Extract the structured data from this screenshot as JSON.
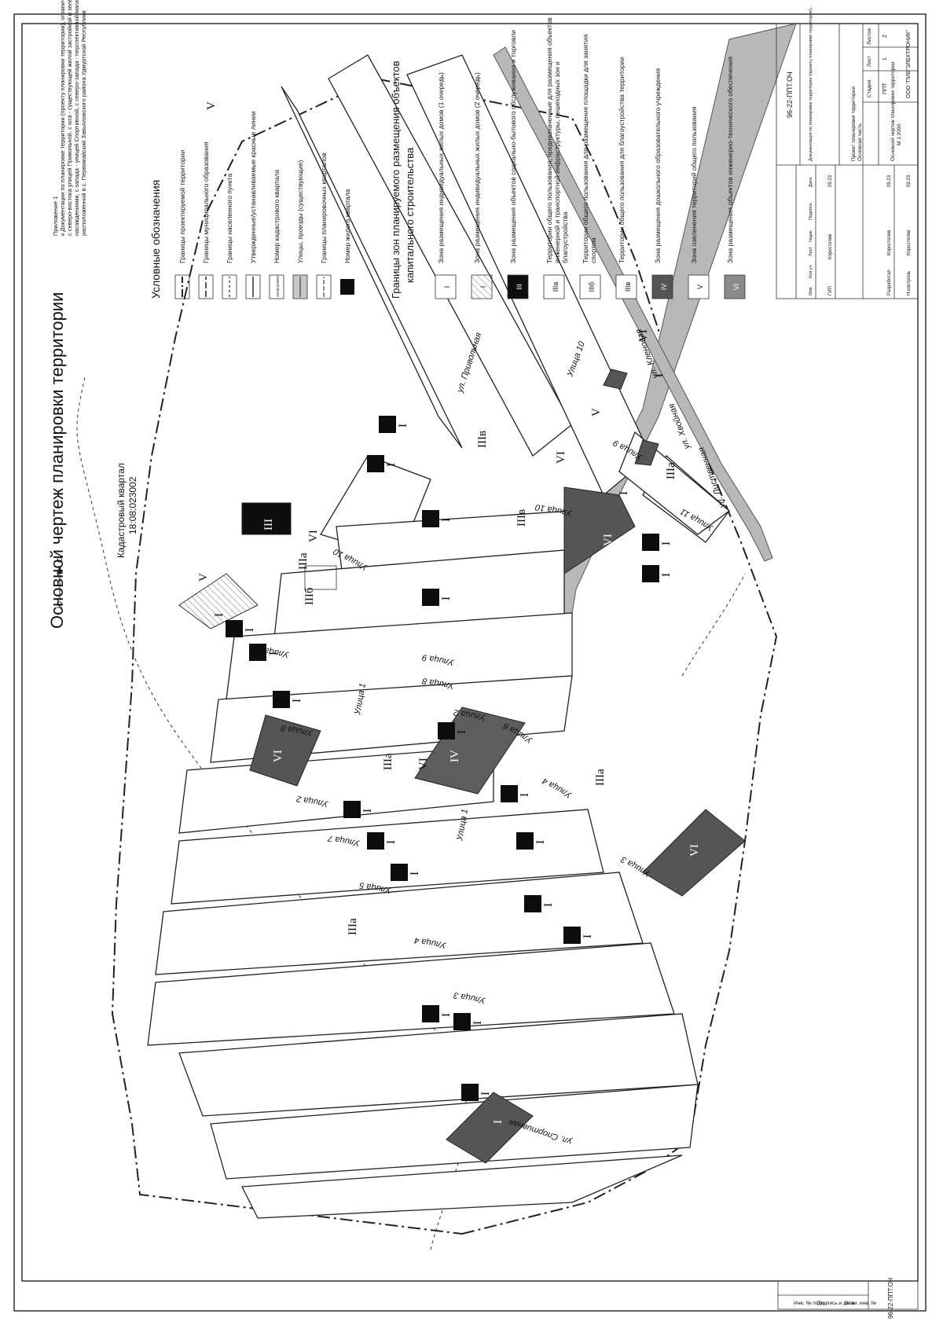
{
  "drawing": {
    "title": "Основной чертеж планировки территории",
    "cadastral_caption": "Кадастровый квартал",
    "cadastral_number": "18:08:023002",
    "north_mark": "С",
    "south_mark": "Ю"
  },
  "appendix": {
    "line1": "Приложение 1",
    "line2": "к Документации по планировке территории (проекту планировки территории), ограниченной",
    "line3": "с северо-востока улицей Привольной, с юга - существующей жилой застройкой и зелёными",
    "line4": "насаждениями, с запада - улицей Спортивной, с северо-запада - перспективной магистралью,",
    "line5": "расположенной в с. Первомайский Завьяловского района Удмуртской Республики"
  },
  "legend": {
    "title": "Условные обозначения",
    "items": [
      {
        "symbol": "",
        "label": "Границы проектируемой территории"
      },
      {
        "symbol": "",
        "label": "Границы муниципального образования"
      },
      {
        "symbol": "",
        "label": "Границы населенного пункта"
      },
      {
        "symbol": "",
        "label": "Утвержденные/устанавливаемые красные линии"
      },
      {
        "symbol": "18:08:023002",
        "label": "Номер кадастрового квартала"
      },
      {
        "symbol": "",
        "label": "Улицы, проезды (существующие)"
      },
      {
        "symbol": "",
        "label": "Границы планировочных кварталов"
      },
      {
        "symbol": "",
        "label": "Номер жилого квартала"
      }
    ],
    "zones_title_line1": "Границы зон планируемого размещения объектов",
    "zones_title_line2": "капитального строительства",
    "zones": [
      {
        "code": "I",
        "label": "Зона размещения индивидуальных жилых домов (1 очередь)"
      },
      {
        "code": "I",
        "label": "Зона размещения индивидуальных жилых домов (2 очередь)"
      },
      {
        "code": "III",
        "label": "Зона размещения объектов социально-бытового обслуживания и торговли"
      },
      {
        "code": "IIIа",
        "label": "Территории общего пользования, предназначенные для размещения объектов инженерной и транспортной инфраструктуры, пешеходных зон и благоустройства"
      },
      {
        "code": "IIIб",
        "label": "Территории общего пользования для размещения площадки для занятия спортом"
      },
      {
        "code": "IIIв",
        "label": "Территории общего пользования для благоустройства территории"
      },
      {
        "code": "IV",
        "label": "Зона размещения дошкольного образовательного учреждения"
      },
      {
        "code": "V",
        "label": "Зона озеленения территорий общего пользования"
      },
      {
        "code": "VI",
        "label": "Зона размещения объектов инженерно-технического обеспечения"
      }
    ]
  },
  "map_labels": {
    "streets": [
      {
        "name": "ул. Привольная"
      },
      {
        "name": "Улица 10"
      },
      {
        "name": "Улица 10"
      },
      {
        "name": "Улица 10"
      },
      {
        "name": "Улица 9"
      },
      {
        "name": "Улица 9"
      },
      {
        "name": "Улица 9"
      },
      {
        "name": "Улица 8"
      },
      {
        "name": "Улица 8"
      },
      {
        "name": "Улица 11"
      },
      {
        "name": "Улица 2"
      },
      {
        "name": "Улица 2"
      },
      {
        "name": "Улица 6"
      },
      {
        "name": "Улица 4"
      },
      {
        "name": "Улица 4"
      },
      {
        "name": "Улица 7"
      },
      {
        "name": "Улица 5"
      },
      {
        "name": "Улица 3"
      },
      {
        "name": "Улица 3"
      },
      {
        "name": "Улица 1"
      },
      {
        "name": "Улица 1"
      },
      {
        "name": "ул. Кленовая"
      },
      {
        "name": "ул. Хвойная"
      },
      {
        "name": "ул. Лиственная"
      },
      {
        "name": "ул. Спортивная"
      }
    ],
    "zones": [
      {
        "code": "V"
      },
      {
        "code": "VI"
      },
      {
        "code": "I"
      },
      {
        "code": "V"
      },
      {
        "code": "VI"
      },
      {
        "code": "IIIв"
      },
      {
        "code": "IIIв"
      },
      {
        "code": "I"
      },
      {
        "code": "IIIа"
      },
      {
        "code": "VI"
      },
      {
        "code": "IIIа"
      },
      {
        "code": "III"
      },
      {
        "code": "V"
      },
      {
        "code": "IIIб"
      },
      {
        "code": "I"
      },
      {
        "code": "VI"
      },
      {
        "code": "IIIа"
      },
      {
        "code": "IV"
      },
      {
        "code": "VI"
      },
      {
        "code": "IIIа"
      },
      {
        "code": "VI"
      },
      {
        "code": "VI"
      },
      {
        "code": "IIIа"
      },
      {
        "code": "I"
      }
    ],
    "markers": [
      {
        "code": "I"
      },
      {
        "code": "I"
      },
      {
        "code": "I"
      },
      {
        "code": "I"
      },
      {
        "code": "I"
      },
      {
        "code": "I"
      },
      {
        "code": "I"
      },
      {
        "code": "I"
      },
      {
        "code": "I"
      },
      {
        "code": "I"
      },
      {
        "code": "I"
      },
      {
        "code": "I"
      },
      {
        "code": "I"
      },
      {
        "code": "I"
      },
      {
        "code": "I"
      },
      {
        "code": "I"
      },
      {
        "code": "I"
      },
      {
        "code": "I"
      },
      {
        "code": "I"
      },
      {
        "code": "I"
      }
    ]
  },
  "title_block": {
    "doc_code": "96-22-ППТ.ОЧ",
    "project_title": "Документация по планировке территории (проекту планировки территории)...",
    "part": "Проект планировки территории",
    "part_sub": "Основная часть",
    "sheet_title_line1": "Основной чертеж планировки территории",
    "sheet_title_line2": "М 1:2000",
    "stage_header": "Стадия",
    "sheet_header": "Лист",
    "sheets_header": "Листов",
    "stage": "ППТ",
    "sheet": "1",
    "sheets": "2",
    "company": "ООО \"ПИБ\"ЭЛЕКТРОНИК\"",
    "roles": [
      "Изм.",
      "Кол.уч.",
      "Лист",
      "№док.",
      "Подпись",
      "Дата"
    ],
    "people": [
      {
        "role": "ГИП",
        "name": "Коростелев",
        "date": "09.23"
      },
      {
        "role": "Разработал",
        "name": "Коростелев",
        "date": "09.23"
      },
      {
        "role": "Н.контроль",
        "name": "Коростелев",
        "date": "09.23"
      }
    ]
  },
  "side_stamp": {
    "code": "96-22-ППТ.ОЧ",
    "fields": [
      "Инв. № подл.",
      "Подпись и дата",
      "Взам. инв. №"
    ]
  }
}
